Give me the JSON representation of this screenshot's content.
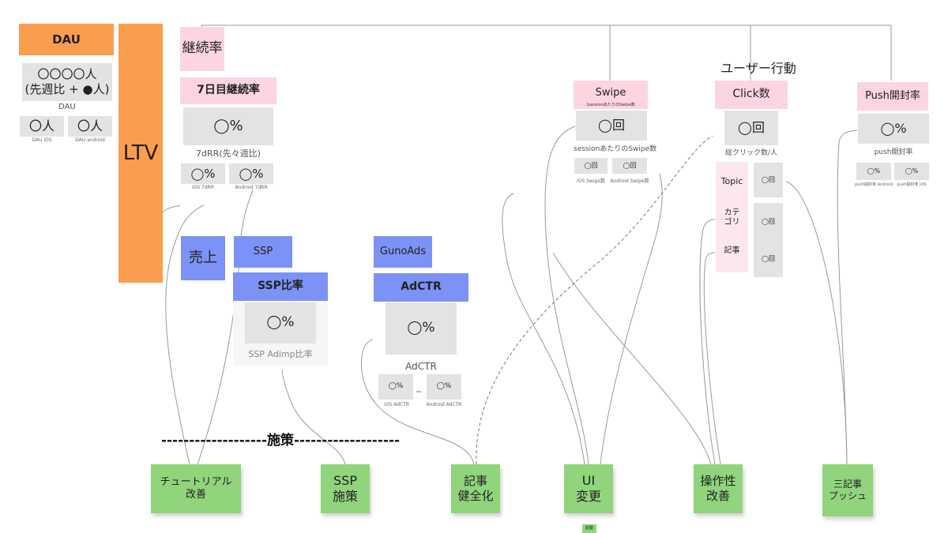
{
  "dau": {
    "header": "DAU",
    "value_line1": "〇〇〇〇人",
    "value_line2": "(先週比 + ●人)",
    "caption": "DAU",
    "ios_value": "〇人",
    "android_value": "〇人",
    "ios_caption": "DAU iOS",
    "android_caption": "DAU android"
  },
  "ltv": {
    "label": "LTV"
  },
  "retention": {
    "title": "継続率",
    "header": "7日目継続率",
    "value": "◯%",
    "caption": "7dRR(先々週比)",
    "ios_value": "◯%",
    "android_value": "◯%",
    "ios_caption": "iOS 7dRR",
    "android_caption": "Android 7dRR"
  },
  "sales": {
    "title": "売上",
    "ssp": {
      "tag": "SSP",
      "header": "SSP比率",
      "value": "◯%",
      "caption": "SSP Adimp比率"
    },
    "gunoads": {
      "tag": "GunoAds",
      "header": "AdCTR",
      "value": "◯%",
      "caption": "AdCTR",
      "ios_value": "◯%",
      "android_value": "◯%",
      "ios_caption": "iOS AdCTR",
      "android_caption": "Android AdCTR"
    }
  },
  "user_actions": {
    "title": "ユーザー行動",
    "swipe": {
      "header": "Swipe",
      "subheader": "1sessionあたりのSwipe数",
      "value": "◯回",
      "caption": "sessionあたりのSwipe数",
      "ios_value": "◯回",
      "android_value": "◯回",
      "ios_caption": "iOS Swipe数",
      "android_caption": "Android Swipe数"
    },
    "click": {
      "header": "Click数",
      "value": "◯回",
      "caption": "総クリック数/人",
      "categories": [
        "Topic",
        "カテ\nゴリ",
        "記事"
      ],
      "category_values": [
        "◯回",
        "◯回",
        "◯回"
      ]
    },
    "push": {
      "header": "Push開封率",
      "value": "◯%",
      "caption": "push開封率",
      "android_value": "◯%",
      "ios_value": "◯%",
      "android_caption": "push開封率 Android",
      "ios_caption": "push開封率 iOS"
    }
  },
  "measures": {
    "divider": "-------------------施策-------------------",
    "items": [
      "チュートリアル\n改善",
      "SSP\n施策",
      "記事\n健全化",
      "UI\n変更",
      "操作性\n改善",
      "三記事\nプッシュ"
    ],
    "small_tag": "起動"
  },
  "colors": {
    "orange": "#fb9d4e",
    "pink": "#fdd5e0",
    "blue": "#7c92f6",
    "green": "#90d47c",
    "gray": "#e3e3e3"
  }
}
